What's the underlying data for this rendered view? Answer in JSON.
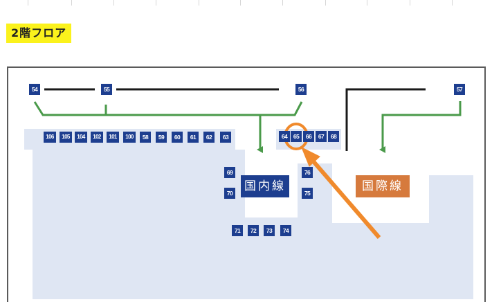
{
  "floor_label": "2階フロア",
  "terminals": {
    "domestic": "国内線",
    "international": "国際線"
  },
  "gates": {
    "g54": "54",
    "g55": "55",
    "g56": "56",
    "g57": "57",
    "g106": "106",
    "g105": "105",
    "g104": "104",
    "g102": "102",
    "g101": "101",
    "g100": "100",
    "g58": "58",
    "g59": "59",
    "g60": "60",
    "g61": "61",
    "g62": "62",
    "g63": "63",
    "g64": "64",
    "g65": "65",
    "g66": "66",
    "g67": "67",
    "g68": "68",
    "g69": "69",
    "g70": "70",
    "g71": "71",
    "g72": "72",
    "g73": "73",
    "g74": "74",
    "g75": "75",
    "g76": "76"
  },
  "highlight": {
    "gate": "65",
    "marker_color": "#f08a2c"
  },
  "colors": {
    "floor_label_bg": "#fbf21c",
    "gate_badge": "#1d3e8f",
    "domestic": "#1d3e8f",
    "international": "#d67a3d",
    "route_lines": "#4a9a4a",
    "building_area": "#dfe6f3"
  }
}
